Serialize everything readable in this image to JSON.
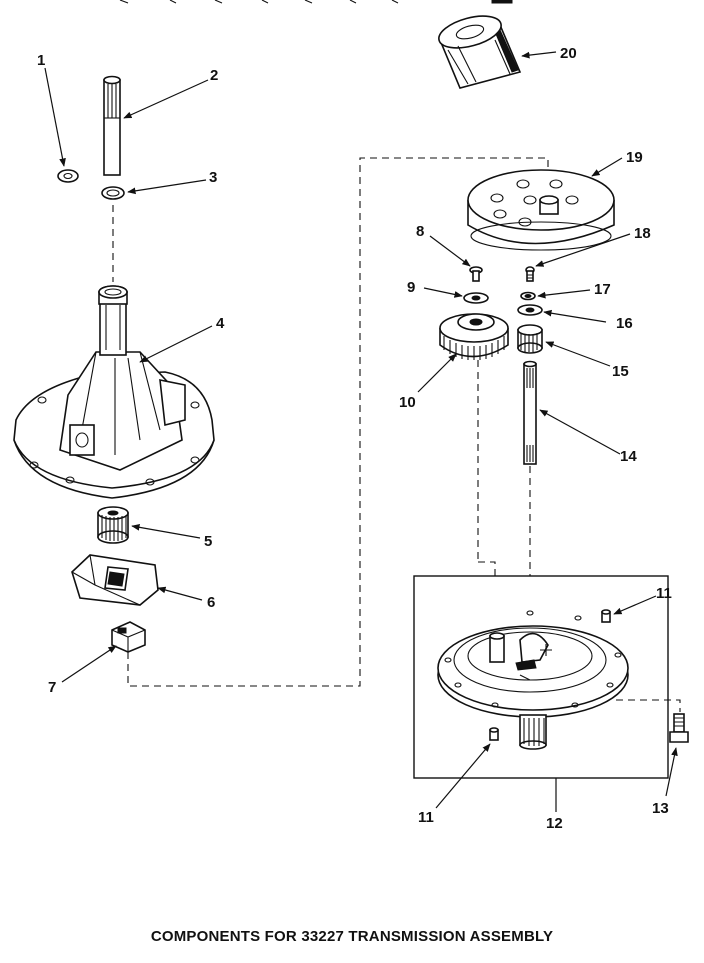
{
  "caption": "COMPONENTS FOR 33227 TRANSMISSION ASSEMBLY",
  "callouts": {
    "c1": "1",
    "c2": "2",
    "c3": "3",
    "c4": "4",
    "c5": "5",
    "c6": "6",
    "c7": "7",
    "c8": "8",
    "c9": "9",
    "c10": "10",
    "c11a": "11",
    "c11b": "11",
    "c12": "12",
    "c13": "13",
    "c14": "14",
    "c15": "15",
    "c16": "16",
    "c17": "17",
    "c18": "18",
    "c19": "19",
    "c20": "20"
  }
}
